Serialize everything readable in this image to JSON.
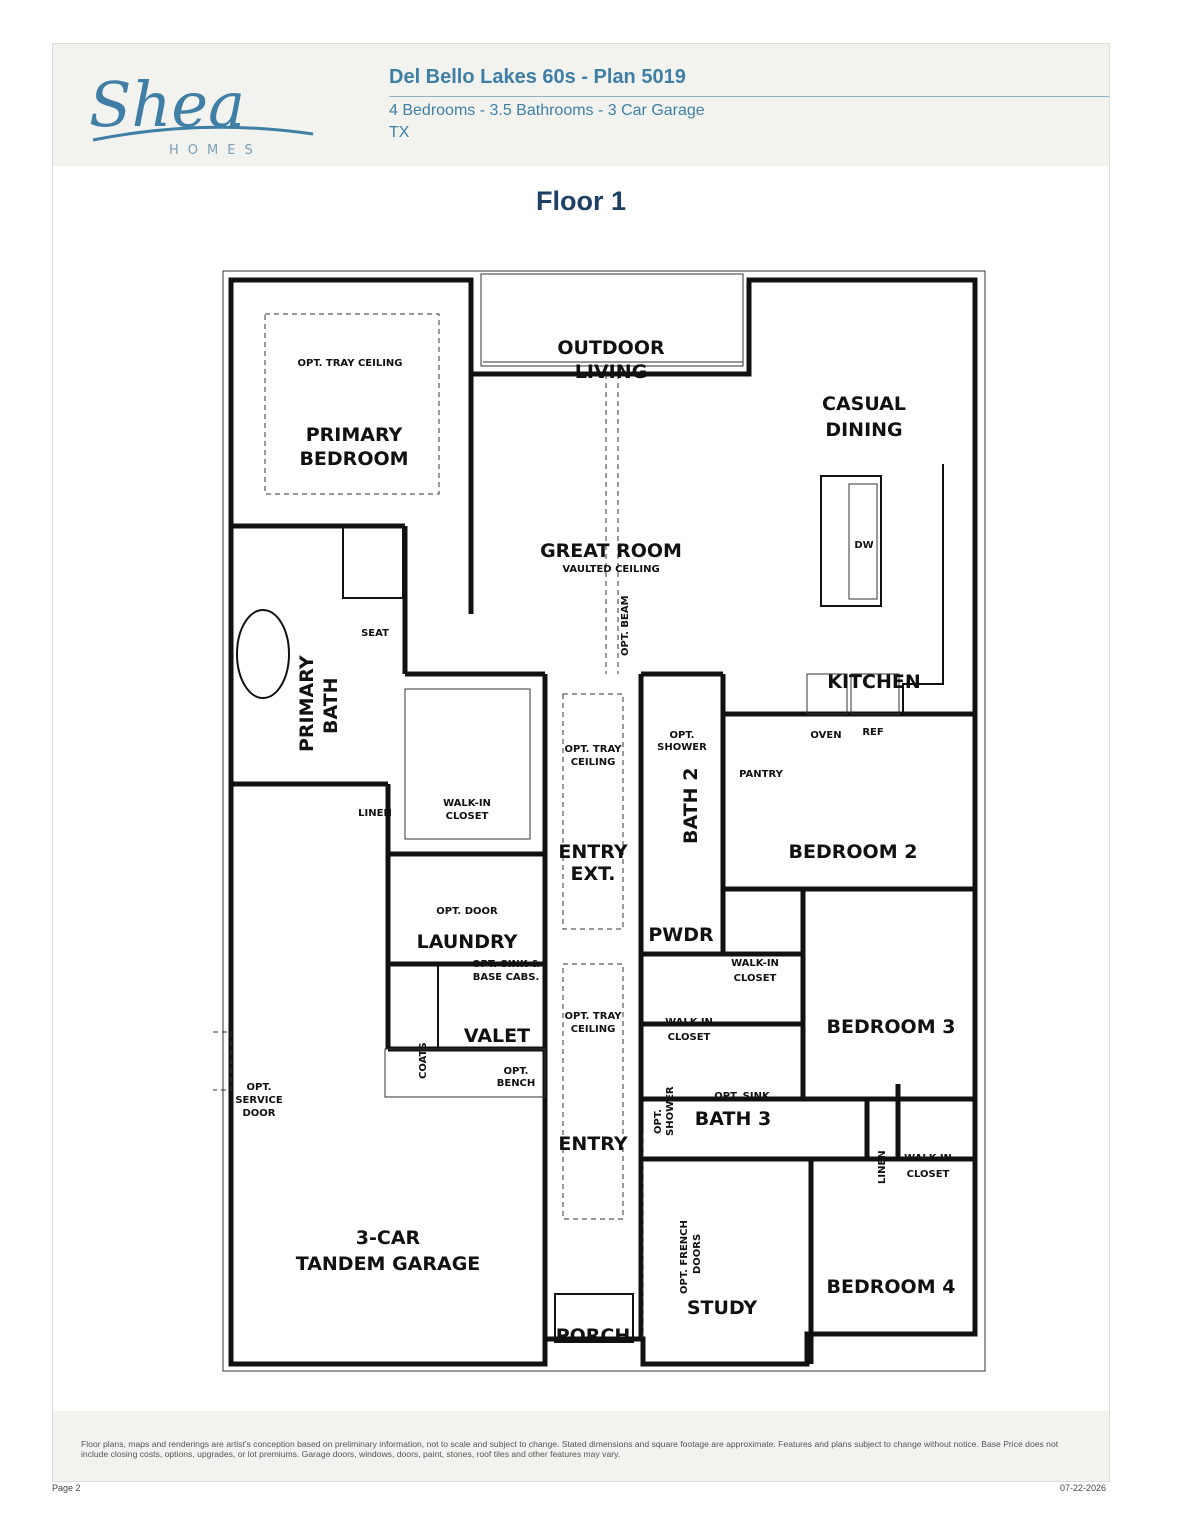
{
  "brand": {
    "logo_script": "Shea",
    "logo_sub": "HOMES",
    "color": "#3f7fa6"
  },
  "header": {
    "title": "Del Bello Lakes 60s - Plan 5019",
    "subtitle": "4 Bedrooms - 3.5 Bathrooms - 3 Car Garage",
    "state": "TX"
  },
  "floor_title": "Floor 1",
  "rooms": {
    "outdoor_living": [
      "OUTDOOR",
      "LIVING"
    ],
    "casual_dining": [
      "CASUAL",
      "DINING"
    ],
    "primary_bedroom": [
      "PRIMARY",
      "BEDROOM"
    ],
    "opt_tray_ceiling_primary": "OPT. TRAY CEILING",
    "great_room": "GREAT ROOM",
    "vaulted_ceiling": "VAULTED CEILING",
    "opt_beam": "OPT. BEAM",
    "dw": "DW",
    "kitchen": "KITCHEN",
    "oven": "OVEN",
    "ref": "REF",
    "pantry": "PANTRY",
    "seat": "SEAT",
    "primary_bath": [
      "PRIMARY",
      "BATH"
    ],
    "linen_1": "LINEN",
    "walkin_closet_primary": [
      "WALK-IN",
      "CLOSET"
    ],
    "opt_tray_entry_ext": [
      "OPT. TRAY",
      "CEILING"
    ],
    "entry_ext": [
      "ENTRY",
      "EXT."
    ],
    "opt_shower_bath2": [
      "OPT.",
      "SHOWER"
    ],
    "bath_2": "BATH 2",
    "bedroom_2": "BEDROOM 2",
    "pwdr": "PWDR",
    "walkin_closet_bed2": [
      "WALK-IN",
      "CLOSET"
    ],
    "opt_door": "OPT. DOOR",
    "laundry": "LAUNDRY",
    "opt_sink_base": [
      "OPT. SINK &",
      "BASE CABS."
    ],
    "coats": "COATS",
    "valet": "VALET",
    "opt_bench": [
      "OPT.",
      "BENCH"
    ],
    "opt_tray_entry": [
      "OPT. TRAY",
      "CEILING"
    ],
    "walkin_closet_bed3": [
      "WALK-IN",
      "CLOSET"
    ],
    "bedroom_3": "BEDROOM 3",
    "opt_shower_bath3": [
      "OPT.",
      "SHOWER"
    ],
    "opt_sink_bath3": "OPT. SINK",
    "bath_3": "BATH 3",
    "entry": "ENTRY",
    "linen_2": "LINEN",
    "walkin_closet_bed4": [
      "WALK-IN",
      "CLOSET"
    ],
    "opt_service_door": [
      "OPT.",
      "SERVICE",
      "DOOR"
    ],
    "garage": [
      "3-CAR",
      "TANDEM GARAGE"
    ],
    "opt_french_doors": [
      "OPT. FRENCH",
      "DOORS"
    ],
    "study": "STUDY",
    "bedroom_4": "BEDROOM 4",
    "porch": "PORCH"
  },
  "footer": {
    "disclaimer": "Floor plans, maps and renderings are artist's conception based on preliminary information, not to scale and subject to change. Stated dimensions and square footage are approximate. Features and plans subject to change without notice. Base Price does not include closing costs, options, upgrades, or lot premiums. Garage doors, windows, doors, paint, stones, roof tiles and other features may vary.",
    "page": "Page 2",
    "date": "07-22-2026"
  }
}
